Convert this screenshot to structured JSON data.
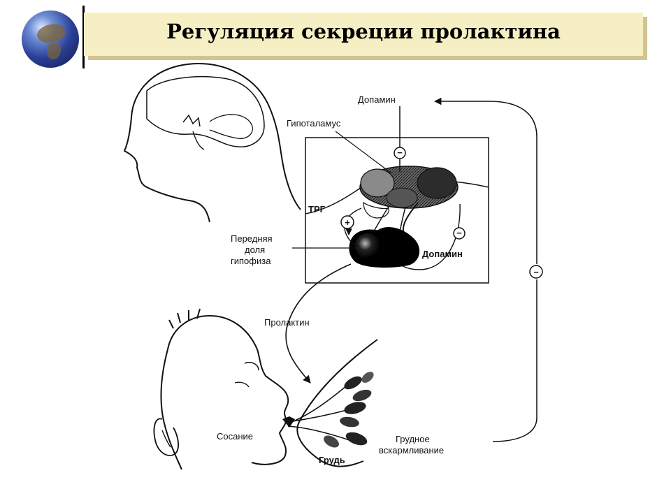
{
  "slide": {
    "title": "Регуляция секреции пролактина"
  },
  "diagram": {
    "labels": {
      "dopamine_top": "Допамин",
      "hypothalamus": "Гипоталамус",
      "trg": "ТРГ",
      "anterior_pituitary_1": "Передняя",
      "anterior_pituitary_2": "доля",
      "anterior_pituitary_3": "гипофиза",
      "dopamine_right": "Допамин",
      "prolactin": "Пролактин",
      "suckling": "Сосание",
      "breast": "Грудь",
      "breastfeeding_1": "Грудное",
      "breastfeeding_2": "вскармливание"
    },
    "signs": {
      "plus": "+",
      "minus": "−"
    }
  }
}
